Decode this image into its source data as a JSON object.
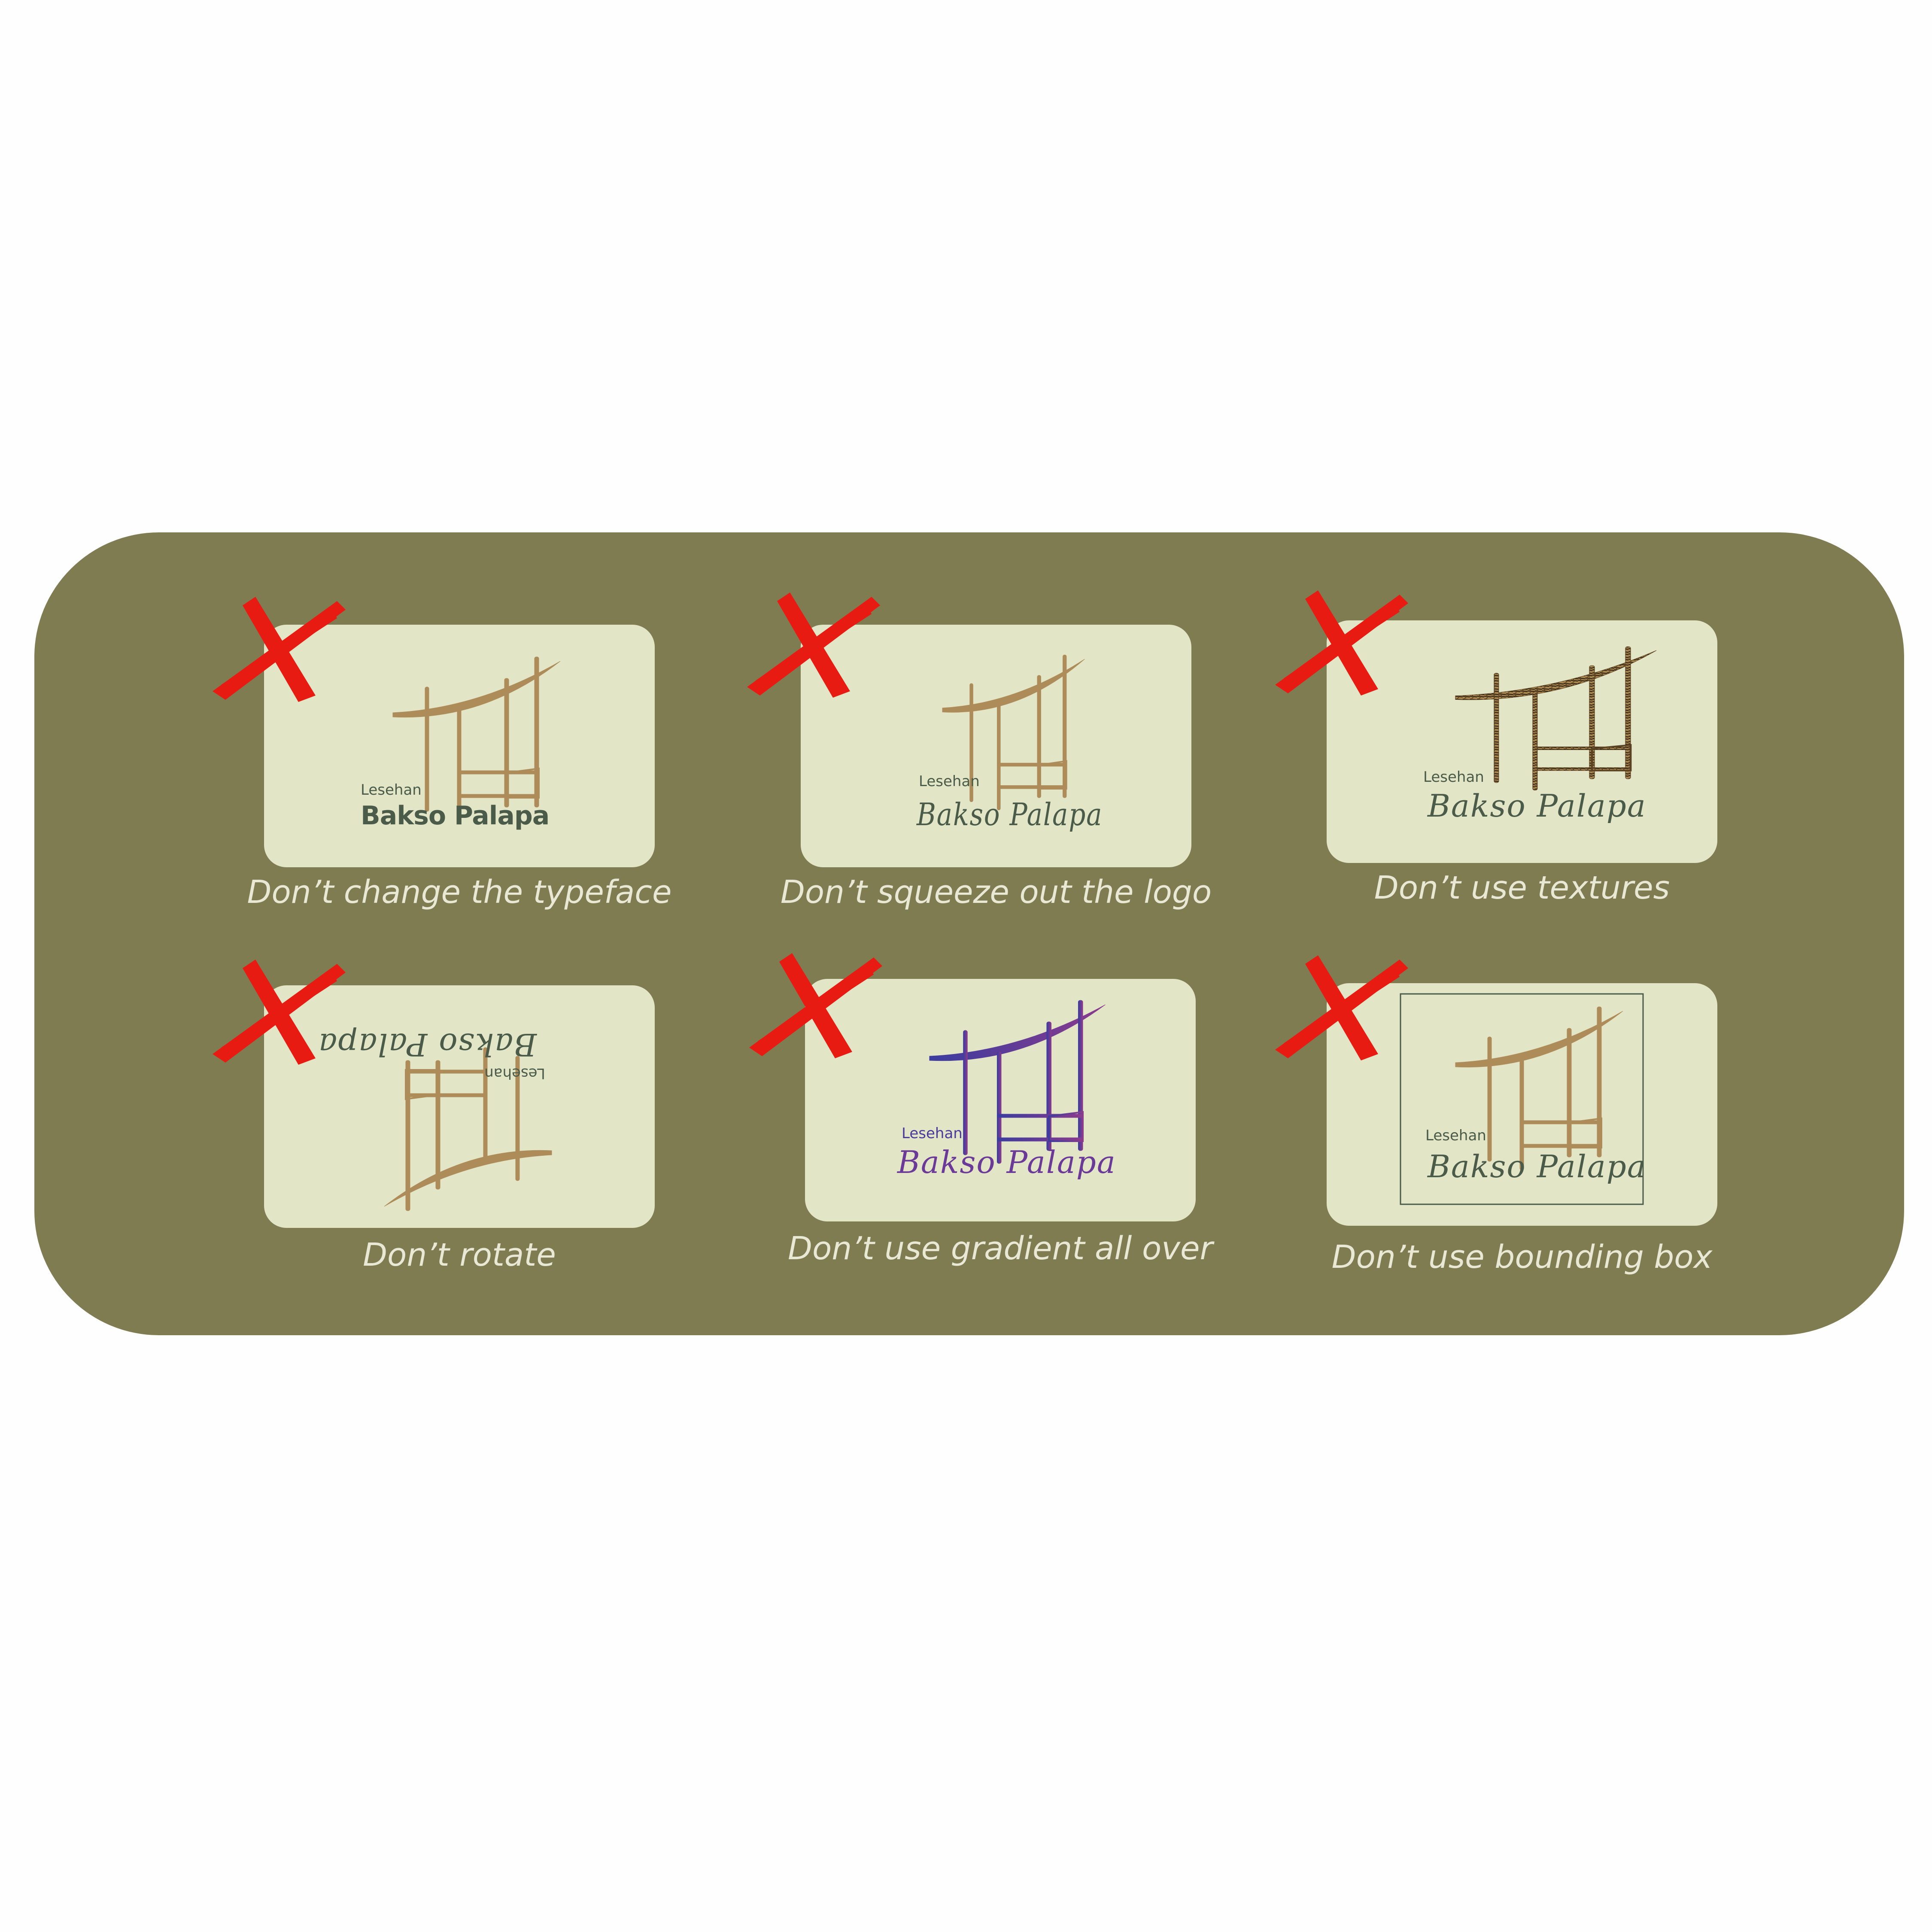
{
  "brand": {
    "small": "Lesehan",
    "name": "Bakso Palapa"
  },
  "colors": {
    "panel": "#807c52",
    "card": "#e3e6c6",
    "logo_gold": "#ad8c5a",
    "text_green": "#4a5b49",
    "caption": "#e8e8d4",
    "cross": "#e81b12",
    "gradient_start": "#3b3d9f",
    "gradient_end": "#8a3b8d"
  },
  "icons": {
    "cross": "cross-mark-icon"
  },
  "rules": [
    {
      "caption": "Don’t change the typeface"
    },
    {
      "caption": "Don’t squeeze out the logo"
    },
    {
      "caption": "Don’t use textures"
    },
    {
      "caption": "Don’t rotate"
    },
    {
      "caption": "Don’t use gradient all over"
    },
    {
      "caption": "Don’t use bounding box"
    }
  ]
}
